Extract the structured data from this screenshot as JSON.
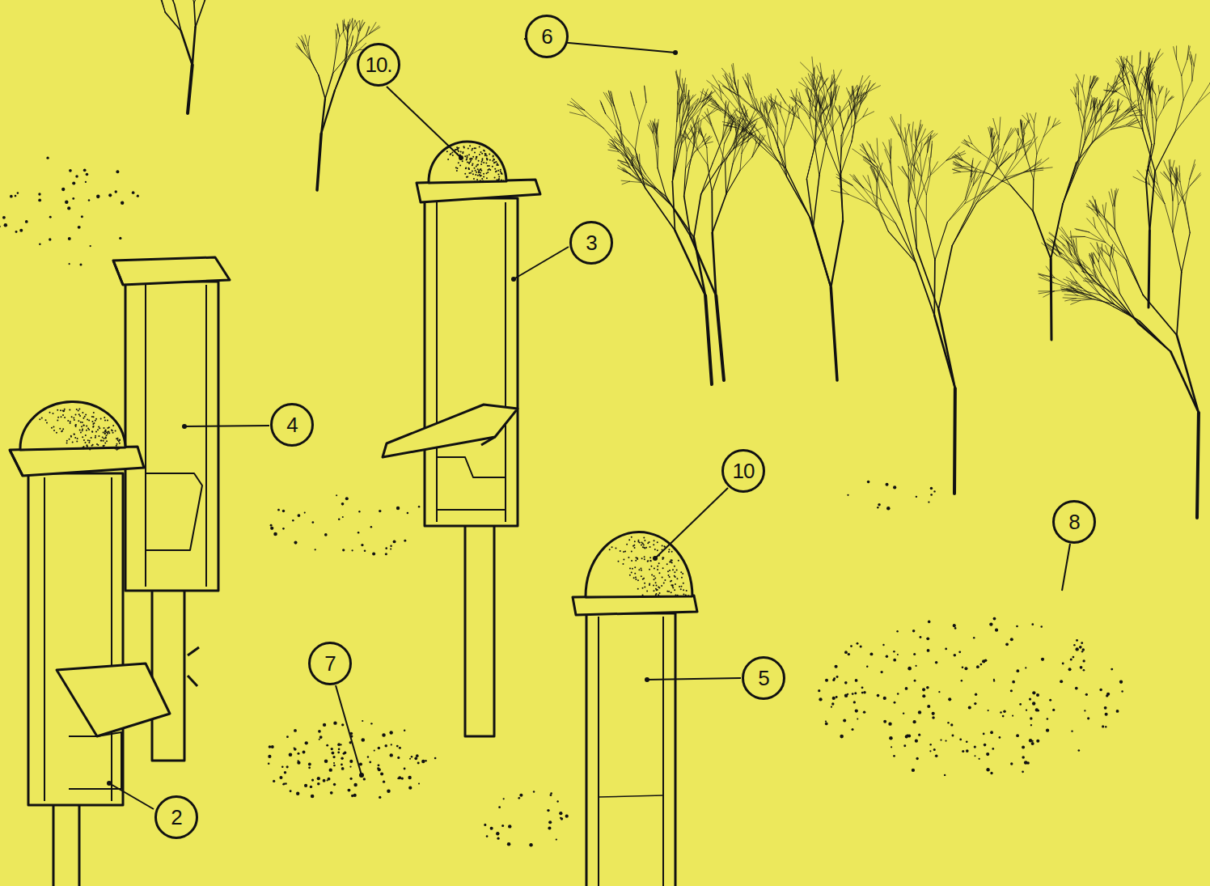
{
  "diagram": {
    "labels": [
      "10.",
      "6",
      "3",
      "4",
      "2",
      "7",
      "10",
      "5",
      "8"
    ]
  }
}
